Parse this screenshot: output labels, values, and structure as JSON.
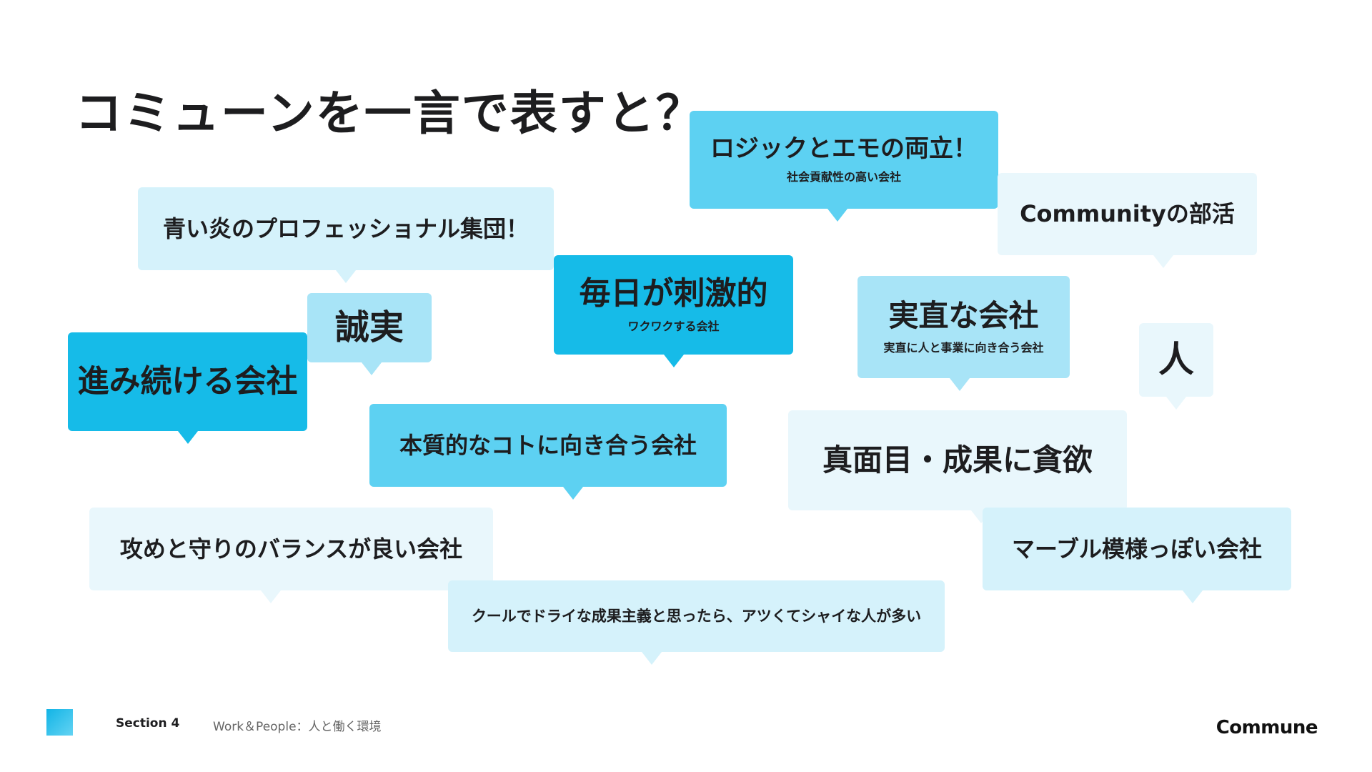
{
  "title": "コミューンを一言で表すと？",
  "colors": {
    "tint_1": "#e9f7fc",
    "tint_2": "#d5f2fb",
    "tint_3": "#a8e4f7",
    "tint_4": "#5dd1f2",
    "tint_5": "#16bbe8"
  },
  "bubbles": {
    "logic": {
      "main": "ロジックとエモの両立！",
      "sub": "社会貢献性の高い会社"
    },
    "blue": {
      "main": "青い炎のプロフェッショナル集団！"
    },
    "comm": {
      "main": "Communityの部活"
    },
    "daily": {
      "main": "毎日が刺激的",
      "sub": "ワクワクする会社"
    },
    "honest": {
      "main": "実直な会社",
      "sub": "実直に人と事業に向き合う会社"
    },
    "sincere": {
      "main": "誠実"
    },
    "prog": {
      "main": "進み続ける会社"
    },
    "person": {
      "main": "人"
    },
    "essence": {
      "main": "本質的なコトに向き合う会社"
    },
    "serious": {
      "main": "真面目・成果に貪欲"
    },
    "balance": {
      "main": "攻めと守りのバランスが良い会社"
    },
    "marble": {
      "main": "マーブル模様っぽい会社"
    },
    "cool": {
      "main": "クールでドライな成果主義と思ったら、アツくてシャイな人が多い"
    }
  },
  "footer": {
    "section": "Section 4",
    "subtitle": "Work＆People：人と働く環境",
    "brand": "Commune"
  }
}
